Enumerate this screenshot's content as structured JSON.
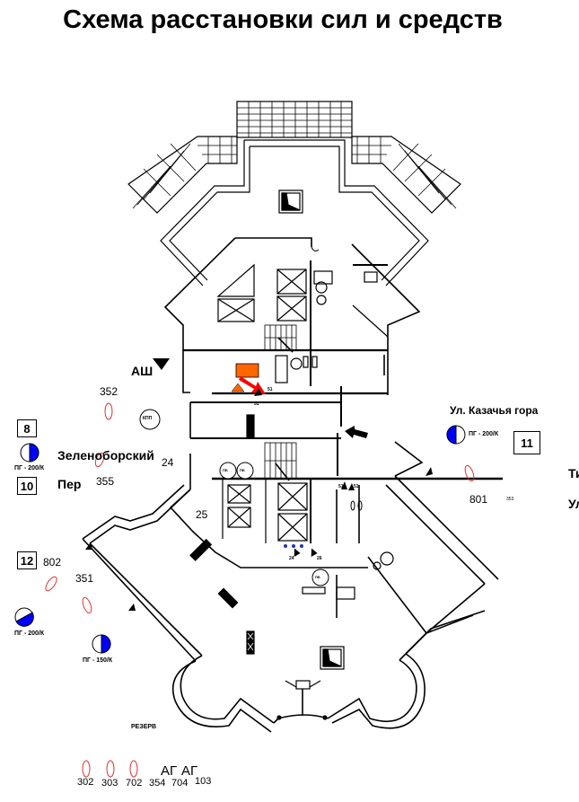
{
  "title": "Схема расстановки сил и средств",
  "streets": {
    "kazachya": "Ул. Казачья гора",
    "zelenoborsky_line1": "Зеленоборский",
    "zelenoborsky_line2": "Пер",
    "right_cut_line1": "Ти",
    "right_cut_line2": "Ул"
  },
  "markers": {
    "ash": "АШ",
    "kpp": "КПП",
    "reserve": "РЕЗЕРВ",
    "pb": "ПБ"
  },
  "hydrants": [
    {
      "id": "hydrant-8",
      "label": "ПГ - 200/К",
      "fill": "right-half"
    },
    {
      "id": "hydrant-11",
      "label": "ПГ - 200/К",
      "fill": "left-half"
    },
    {
      "id": "hydrant-12",
      "label": "ПГ - 200/К",
      "fill": "bottom-diagonal"
    },
    {
      "id": "hydrant-bottom",
      "label": "ПГ - 150/К",
      "fill": "right-half"
    }
  ],
  "hydrant_boxes": [
    "8",
    "10",
    "11",
    "12"
  ],
  "vehicle_numbers": {
    "v352": "352",
    "v355": "355",
    "v24": "24",
    "v25": "25",
    "v801": "801",
    "v353": "353",
    "v802": "802",
    "v351": "351"
  },
  "reserve_row": {
    "numbers": [
      "302",
      "303",
      "702",
      "354",
      "704",
      "103"
    ],
    "ag_labels": [
      "АГ",
      "АГ"
    ]
  },
  "interior_labels": {
    "b51_a": "51",
    "b51_b": "51",
    "b51_c": "51",
    "b51_d": "51",
    "b24": "24",
    "b26": "26"
  },
  "colors": {
    "fire_source": "#ff6600",
    "arrow_red": "#ff0000",
    "hydrant_blue": "#0000ff",
    "ellipse_red": "#dd3333"
  }
}
